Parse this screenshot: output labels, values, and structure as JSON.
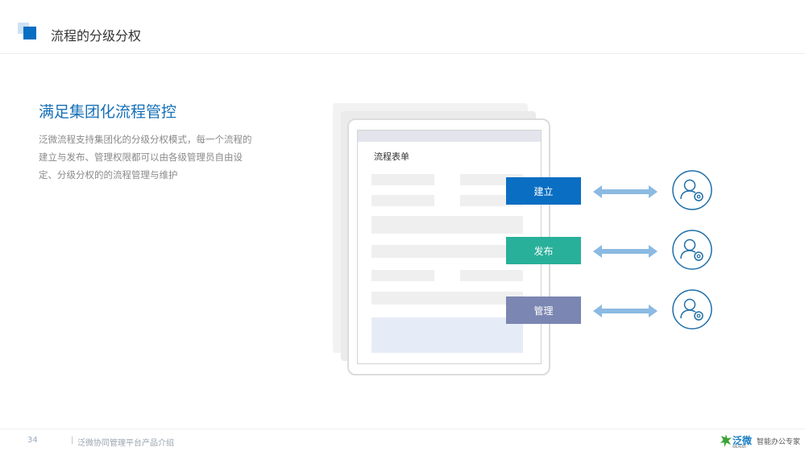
{
  "header": {
    "title": "流程的分级分权"
  },
  "content": {
    "subtitle": "满足集团化流程管控",
    "description": "泛微流程支持集团化的分级分权模式，每一个流程的建立与发布、管理权限都可以由各级管理员自由设定、分级分权的的流程管理与维护"
  },
  "mockup": {
    "form_title": "流程表单"
  },
  "roles": [
    {
      "label": "建立",
      "color": "#0a6ec2"
    },
    {
      "label": "发布",
      "color": "#29b09a"
    },
    {
      "label": "管理",
      "color": "#7b86b2"
    }
  ],
  "colors": {
    "accent": "#1570b8",
    "arrow": "#8bbae2",
    "avatar_stroke": "#1f6fa8"
  },
  "footer": {
    "page_number": "34",
    "separator": "|",
    "text": "泛微协同管理平台产品介绍",
    "logo_text": "泛微",
    "logo_sub": "WEAVER",
    "slogan": "智能办公专家"
  }
}
